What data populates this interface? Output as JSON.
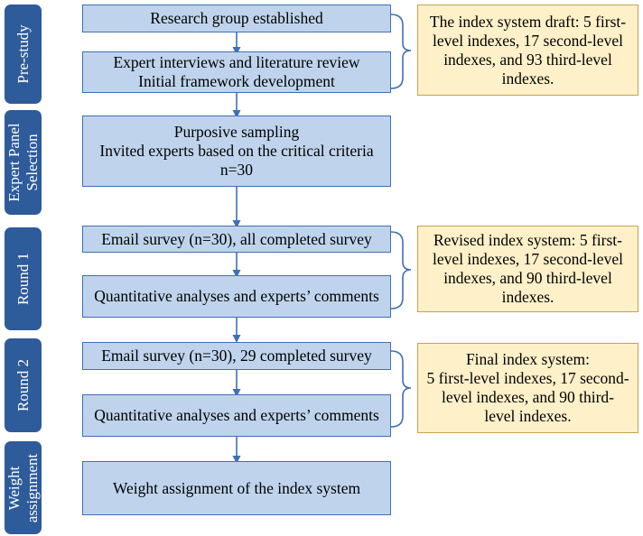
{
  "phases": {
    "pre_study": [
      "Pre-study"
    ],
    "expert_panel": [
      "Expert Panel",
      "Selection"
    ],
    "round1": [
      "Round 1"
    ],
    "round2": [
      "Round 2"
    ],
    "weight": [
      "Weight",
      "assignment"
    ]
  },
  "boxes": {
    "research_group": [
      "Research group established"
    ],
    "expert_interviews": [
      "Expert interviews and literature review",
      "Initial framework development"
    ],
    "purposive_sampling": [
      "Purposive sampling",
      "Invited experts based on the critical criteria",
      "n=30"
    ],
    "r1_email": [
      "Email survey (n=30), all completed survey"
    ],
    "r1_analysis": [
      "Quantitative analyses and experts’ comments"
    ],
    "r2_email": [
      "Email survey (n=30), 29 completed survey"
    ],
    "r2_analysis": [
      "Quantitative analyses and experts’ comments"
    ],
    "weight_box": [
      "Weight assignment of the index system"
    ]
  },
  "notes": {
    "draft": [
      "The index system draft: 5 first-",
      "level indexes, 17 second-level",
      "indexes, and 93 third-level",
      "indexes."
    ],
    "revised": [
      "Revised index system: 5 first-",
      "level indexes, 17 second-level",
      "indexes, and 90 third-level",
      "indexes."
    ],
    "final": [
      "Final index system:",
      "5 first-level indexes, 17 second-",
      "level indexes, and 90 third-",
      "level indexes."
    ]
  },
  "colors": {
    "phase_fill": "#2e5b9a",
    "box_fill": "#bfd4ec",
    "box_border": "#3f6fb5",
    "note_fill": "#fef0c8",
    "note_border": "#c9a24d",
    "connector": "#3f6fb5"
  }
}
